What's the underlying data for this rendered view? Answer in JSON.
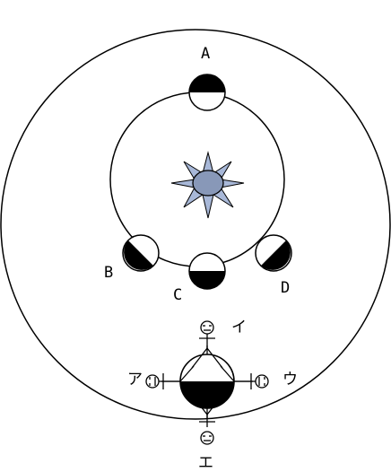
{
  "diagram": {
    "planet_labels": {
      "a": "A",
      "b": "B",
      "c": "C",
      "d": "D"
    },
    "observer_labels": {
      "a": "ア",
      "i": "イ",
      "u": "ウ",
      "e": "エ"
    },
    "colors": {
      "line": "#000000",
      "shade": "#000000",
      "sun_body": "#8898b8",
      "sun_rays": "#a8b8d8"
    },
    "icons": {
      "sun": "sun-icon",
      "observer": "stick-figure-icon"
    }
  }
}
